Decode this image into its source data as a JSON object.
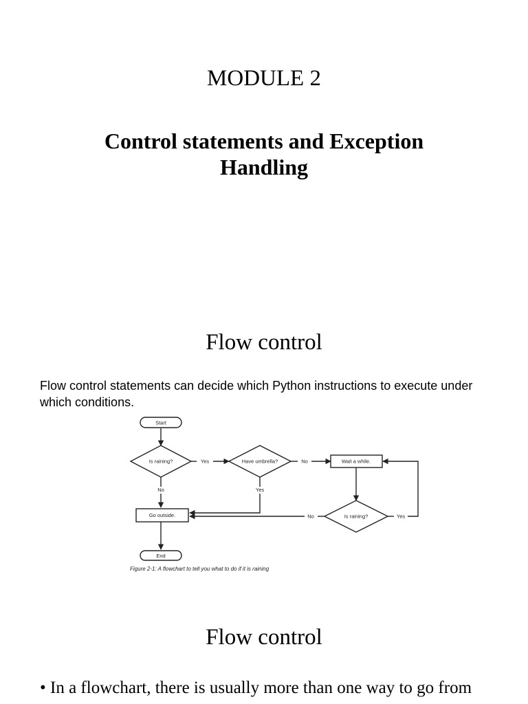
{
  "slide1": {
    "module_title": "MODULE 2",
    "subtitle": "Control statements and Exception Handling"
  },
  "slide2": {
    "heading": "Flow control",
    "intro": "Flow control statements can decide which Python instructions to execute under which conditions.",
    "flowchart": {
      "start": "Start",
      "is_raining_1": "Is raining?",
      "have_umbrella": "Have umbrella?",
      "wait": "Wait a while.",
      "go_outside": "Go outside.",
      "is_raining_2": "Is raining?",
      "end": "End",
      "yes": "Yes",
      "no": "No",
      "caption": "Figure 2-1: A flowchart to tell you what to do if it is raining"
    }
  },
  "slide3": {
    "heading": "Flow control",
    "bullet": "• In a flowchart, there is usually more than one way to go from"
  }
}
